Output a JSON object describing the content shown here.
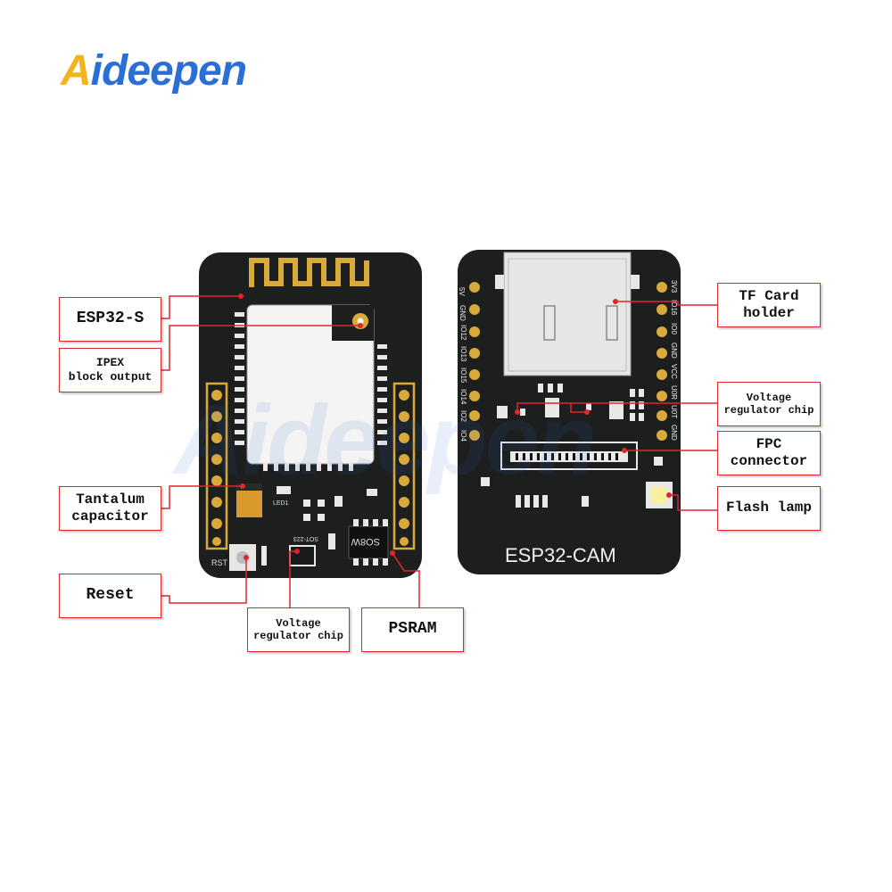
{
  "brand": {
    "logo_first": "A",
    "logo_rest": "ideepen",
    "watermark": "Aideepen"
  },
  "front_board": {
    "labels": {
      "esp32s": "ESP32-S",
      "ipex": "IPEX\nblock output",
      "tantalum": "Tantalum\ncapacitor",
      "reset": "Reset",
      "vreg": "Voltage\nregulator chip",
      "psram": "PSRAM"
    },
    "silk": {
      "rst": "RST",
      "led1": "LED1",
      "sot223": "SOT-223",
      "so8w": "SO8W"
    }
  },
  "back_board": {
    "title": "ESP32-CAM",
    "labels": {
      "tf": "TF Card\nholder",
      "vreg": "Voltage\nregulator chip",
      "fpc": "FPC\nconnector",
      "flash": "Flash lamp"
    },
    "left_pins": [
      "5V",
      "GND",
      "IO12",
      "IO13",
      "IO15",
      "IO14",
      "IO2",
      "IO4"
    ],
    "right_pins": [
      "3V3",
      "IO16",
      "IO0",
      "GND",
      "VCC",
      "U0R",
      "U0T",
      "GND"
    ]
  },
  "colors": {
    "board": "#1d1f1e",
    "gold": "#d9a93a",
    "accent": "#e0262b"
  }
}
